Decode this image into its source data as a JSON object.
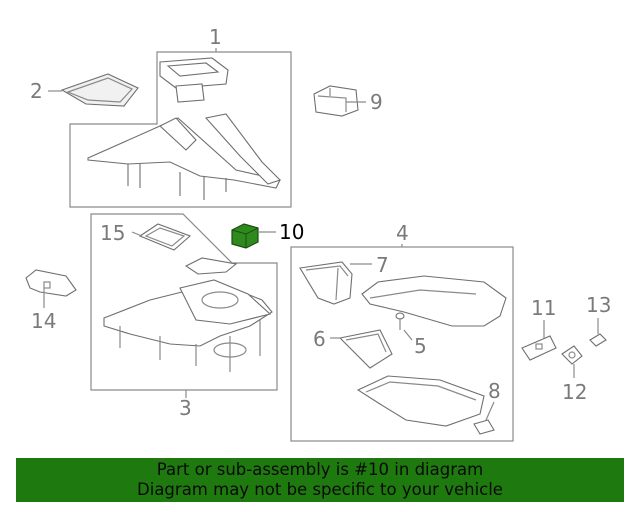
{
  "callouts": {
    "c1": "1",
    "c2": "2",
    "c3": "3",
    "c4": "4",
    "c5": "5",
    "c6": "6",
    "c7": "7",
    "c8": "8",
    "c9": "9",
    "c10": "10",
    "c11": "11",
    "c12": "12",
    "c13": "13",
    "c14": "14",
    "c15": "15"
  },
  "highlight_color": "#1e7a0e",
  "banner": {
    "line1": "Part or sub-assembly is #10 in diagram",
    "line2": "Diagram may not be specific to your vehicle"
  }
}
